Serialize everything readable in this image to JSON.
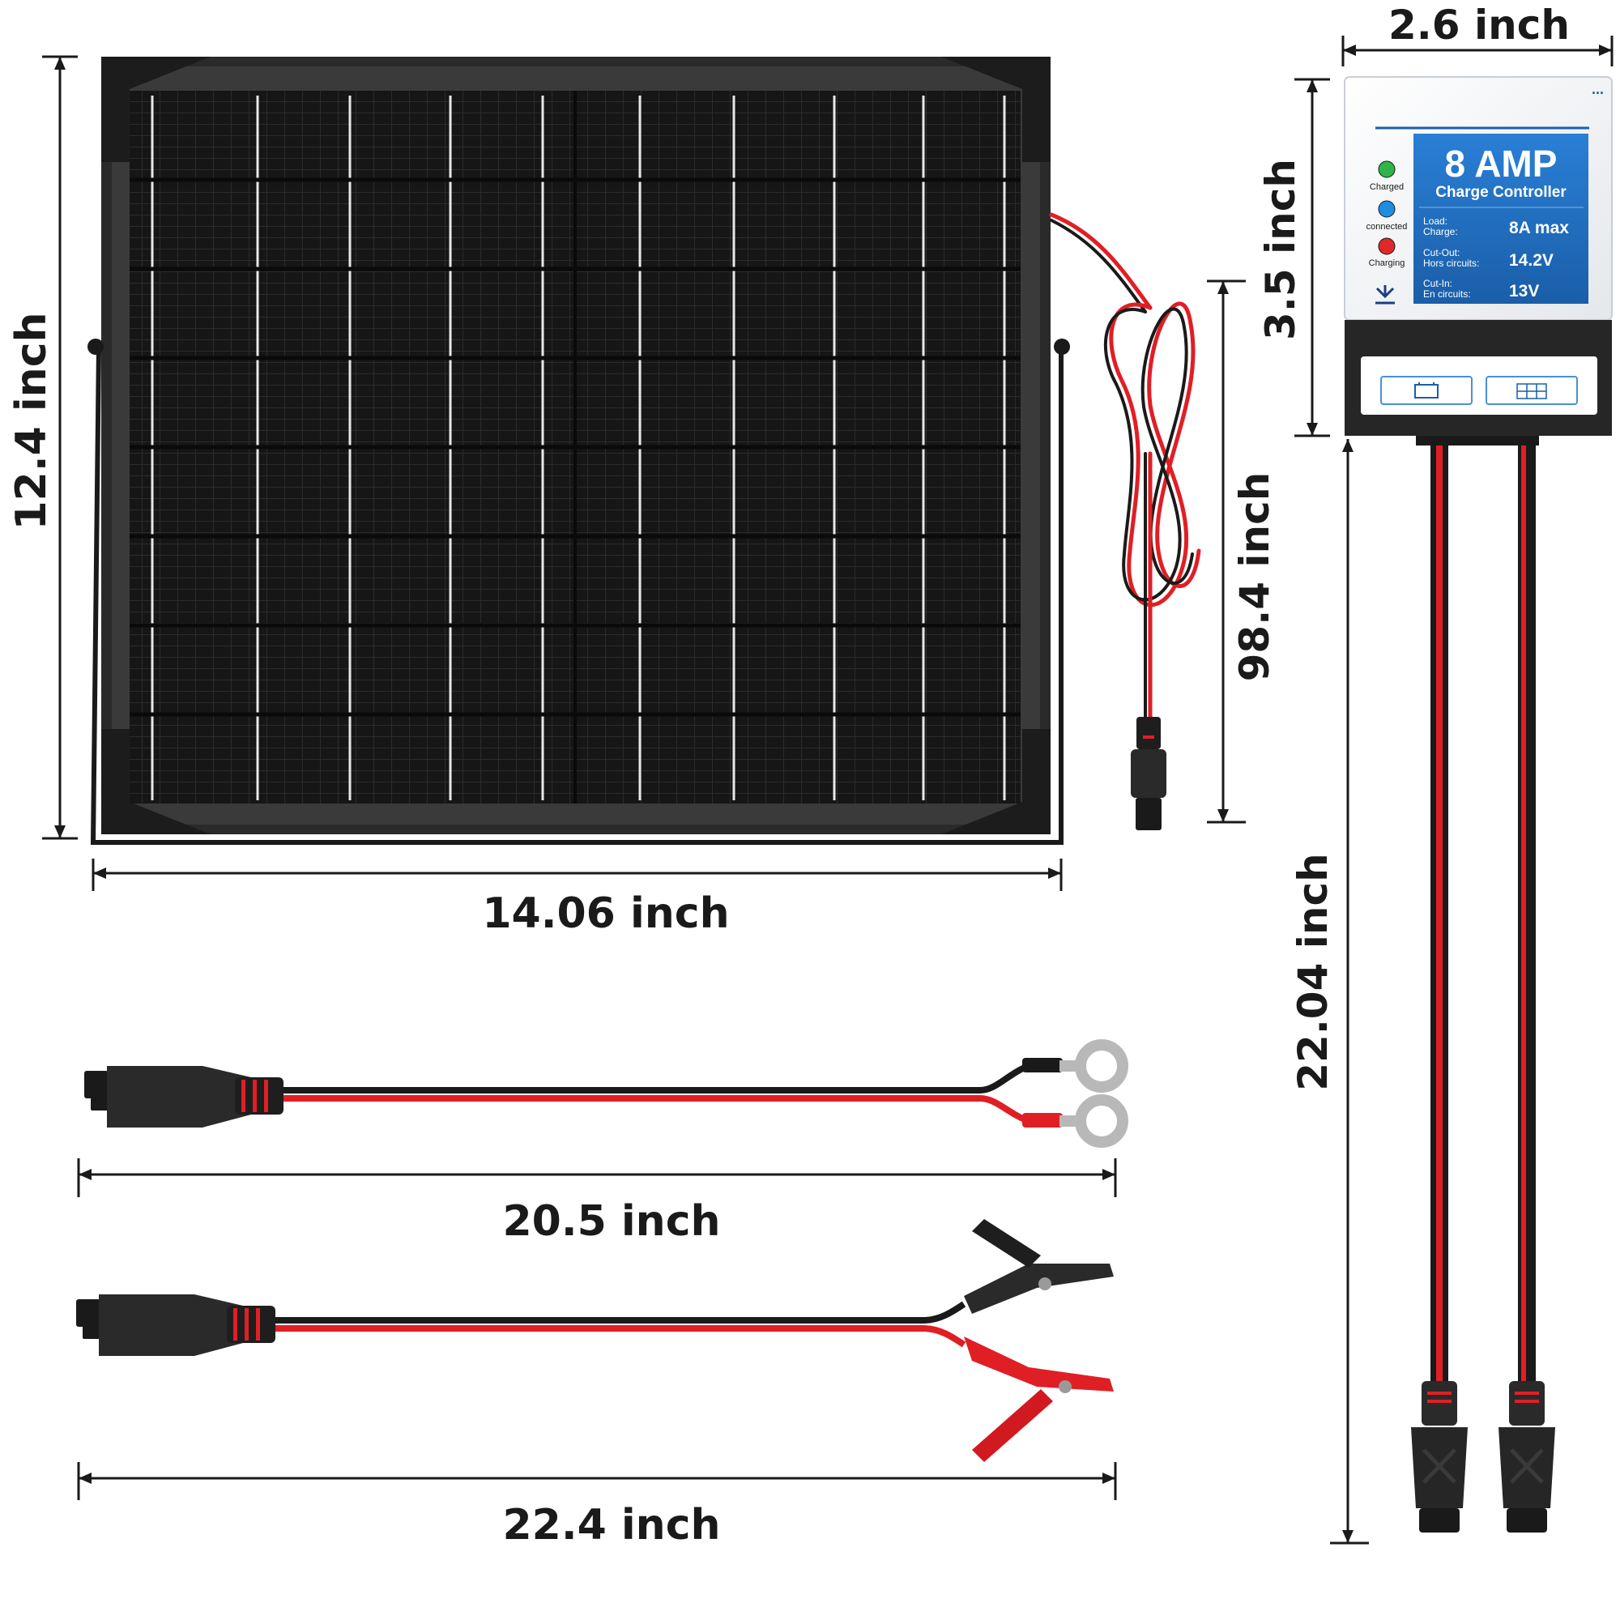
{
  "dimensions": {
    "panel_height": "12.4 inch",
    "panel_width": "14.06 inch",
    "panel_cable": "98.4 inch",
    "controller_width": "2.6 inch",
    "controller_height": "3.5 inch",
    "controller_cable": "22.04 inch",
    "ring_cable": "20.5 inch",
    "clip_cable": "22.4 inch"
  },
  "controller": {
    "menu_dots": "...",
    "title": "8 AMP",
    "subtitle": "Charge Controller",
    "indicators": [
      {
        "label": "Charged",
        "color": "#2fb44a"
      },
      {
        "label": "connected",
        "color": "#1e8ee0"
      },
      {
        "label": "Charging",
        "color": "#e02828"
      }
    ],
    "specs": [
      {
        "label_line1": "Load:",
        "label_line2": "Charge:",
        "value": "8A max"
      },
      {
        "label_line1": "Cut-Out:",
        "label_line2": "Hors circuits:",
        "value": "14.2V"
      },
      {
        "label_line1": "Cut-In:",
        "label_line2": "En circuits:",
        "value": "13V"
      }
    ],
    "ports": [
      {
        "name": "battery-port",
        "icon": "battery-icon"
      },
      {
        "name": "solar-port",
        "icon": "solar-panel-icon"
      }
    ]
  },
  "colors": {
    "panel_frame": "#262626",
    "panel_cell": "#141414",
    "label_blue": "#1e6fc4",
    "wire_red": "#e01f25",
    "wire_black": "#1a1a1a",
    "dimension_line": "#1a1a1a"
  }
}
